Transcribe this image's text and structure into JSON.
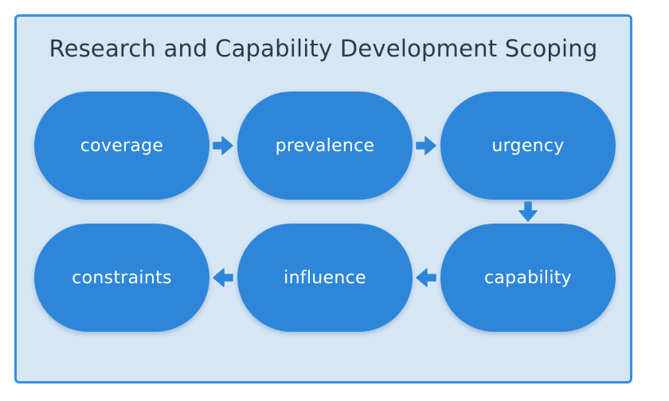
{
  "diagram": {
    "title": "Research and Capability Development Scoping",
    "nodes": [
      {
        "id": "coverage",
        "label": "coverage"
      },
      {
        "id": "prevalence",
        "label": "prevalence"
      },
      {
        "id": "urgency",
        "label": "urgency"
      },
      {
        "id": "capability",
        "label": "capability"
      },
      {
        "id": "influence",
        "label": "influence"
      },
      {
        "id": "constraints",
        "label": "constraints"
      }
    ],
    "edges": [
      {
        "from": "coverage",
        "to": "prevalence"
      },
      {
        "from": "prevalence",
        "to": "urgency"
      },
      {
        "from": "urgency",
        "to": "capability"
      },
      {
        "from": "capability",
        "to": "influence"
      },
      {
        "from": "influence",
        "to": "constraints"
      }
    ],
    "colors": {
      "background": "#d5e6f5",
      "border": "#3a8de0",
      "node": "#2e86da",
      "arrow": "#2e86da",
      "title": "#2b3a4a"
    }
  }
}
